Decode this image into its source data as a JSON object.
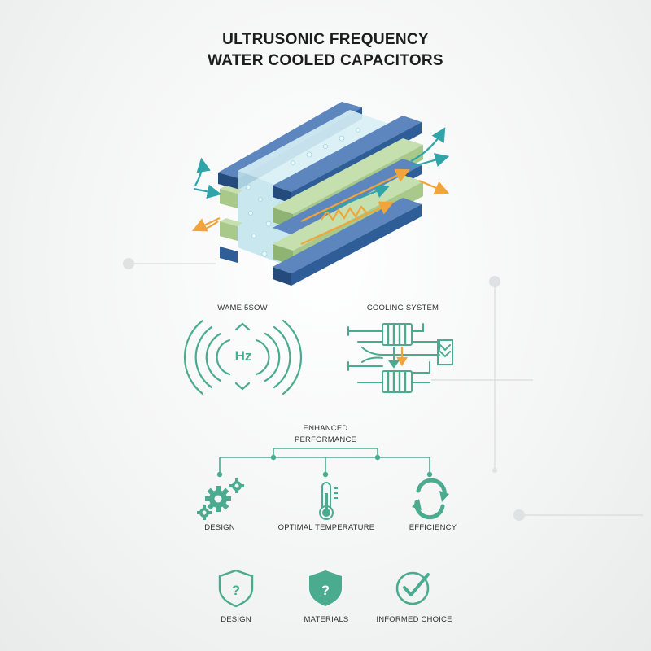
{
  "header": {
    "title_line1": "ULTRUSONIC FREQUENCY",
    "title_line2": "WATER COOLED CAPACITORS"
  },
  "wave_panel": {
    "label": "WAME 5SOW",
    "hz_label": "Hz"
  },
  "cooling_panel": {
    "label": "COOLING SYSTEM"
  },
  "performance": {
    "label_line1": "ENHANCED",
    "label_line2": "PERFORMANCE",
    "items": [
      {
        "label": "DESIGN",
        "icon": "gears-icon"
      },
      {
        "label": "OPTIMAL TEMPERATURE",
        "icon": "thermometer-icon"
      },
      {
        "label": "EFFICIENCY",
        "icon": "cycle-arrows-icon"
      }
    ]
  },
  "footer_items": [
    {
      "label": "DESIGN",
      "icon": "shield-question-outline-icon"
    },
    {
      "label": "MATERIALS",
      "icon": "shield-question-filled-icon"
    },
    {
      "label": "INFORMED CHOICE",
      "icon": "check-circle-icon"
    }
  ],
  "colors": {
    "accent_teal": "#4aab8f",
    "blue_bar": "#2f5d97",
    "green_bar": "#a8c98a",
    "orange_arrow": "#f0a43a",
    "water": "#bfe3ec"
  }
}
